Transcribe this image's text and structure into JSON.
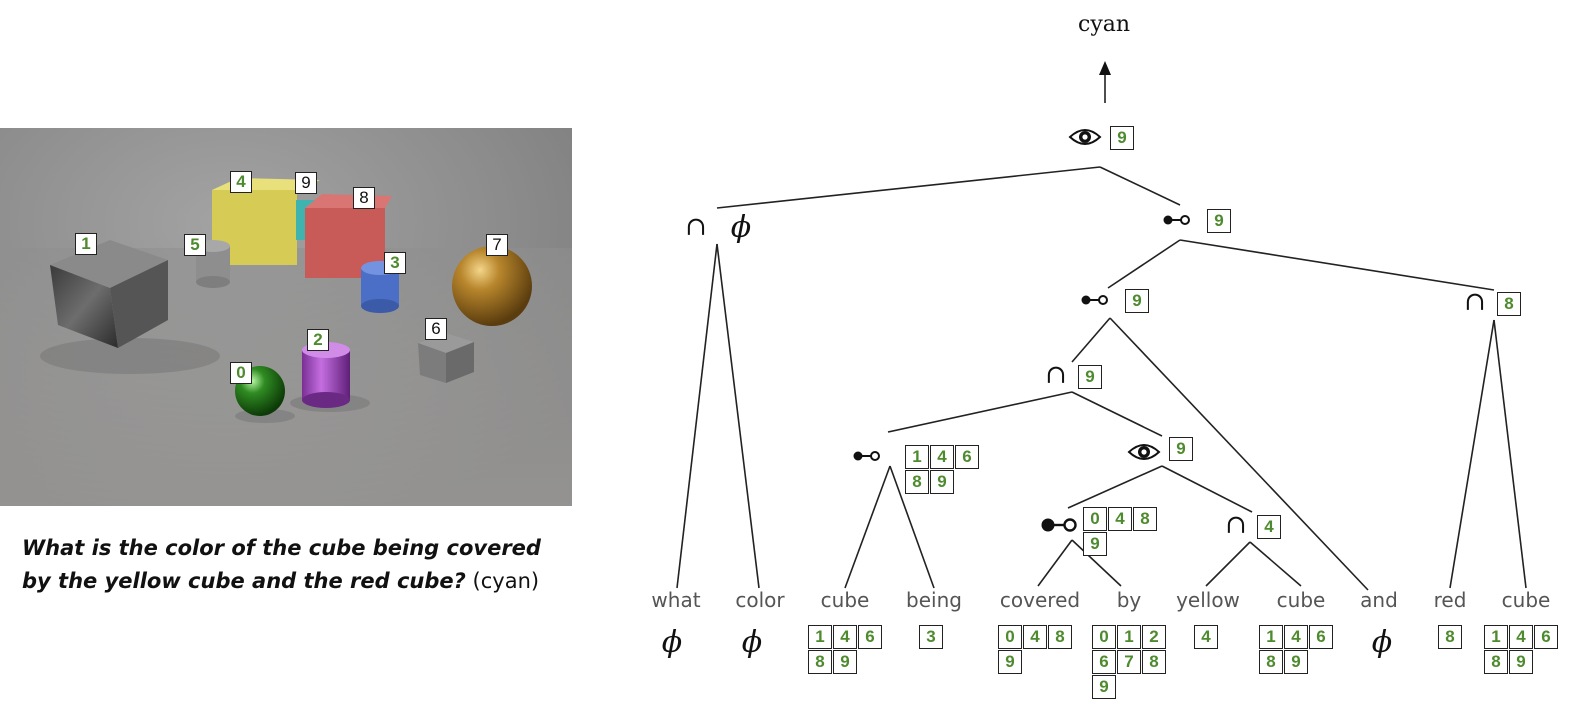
{
  "scene": {
    "labels": [
      {
        "id": "1",
        "style": "green"
      },
      {
        "id": "4",
        "style": "green"
      },
      {
        "id": "9",
        "style": "black"
      },
      {
        "id": "8",
        "style": "black"
      },
      {
        "id": "5",
        "style": "green"
      },
      {
        "id": "3",
        "style": "green"
      },
      {
        "id": "7",
        "style": "black"
      },
      {
        "id": "6",
        "style": "black"
      },
      {
        "id": "2",
        "style": "green"
      },
      {
        "id": "0",
        "style": "green"
      }
    ]
  },
  "question": {
    "text_line1": "What is the color of the cube being covered",
    "text_line2": "by the yellow cube and the red cube?",
    "answer": "(cyan)"
  },
  "tree": {
    "answer": "cyan",
    "phi": "ϕ",
    "intersect": "∩",
    "words": [
      "what",
      "color",
      "cube",
      "being",
      "covered",
      "by",
      "yellow",
      "cube",
      "and",
      "red",
      "cube"
    ],
    "word_sets": {
      "cube_1": [
        "1",
        "4",
        "6",
        "8",
        "9"
      ],
      "being": [
        "3"
      ],
      "covered": [
        "0",
        "4",
        "8",
        "9"
      ],
      "by": [
        "0",
        "1",
        "2",
        "6",
        "7",
        "8",
        "9"
      ],
      "yellow": [
        "4"
      ],
      "cube_2": [
        "1",
        "4",
        "6",
        "8",
        "9"
      ],
      "red": [
        "8"
      ],
      "cube_3": [
        "1",
        "4",
        "6",
        "8",
        "9"
      ]
    },
    "node_sets": {
      "root": [
        "9"
      ],
      "relate_top": [
        "9"
      ],
      "relate_mid": [
        "9"
      ],
      "intersect_right": [
        "8"
      ],
      "intersect_mid": [
        "9"
      ],
      "relate_left": [
        "1",
        "4",
        "6",
        "8",
        "9"
      ],
      "look_mid": [
        "9"
      ],
      "relate_covered": [
        "0",
        "4",
        "8",
        "9"
      ],
      "intersect_yellow": [
        "4"
      ]
    },
    "icons": {
      "look": "eye-icon",
      "relate": "relate-icon"
    }
  }
}
